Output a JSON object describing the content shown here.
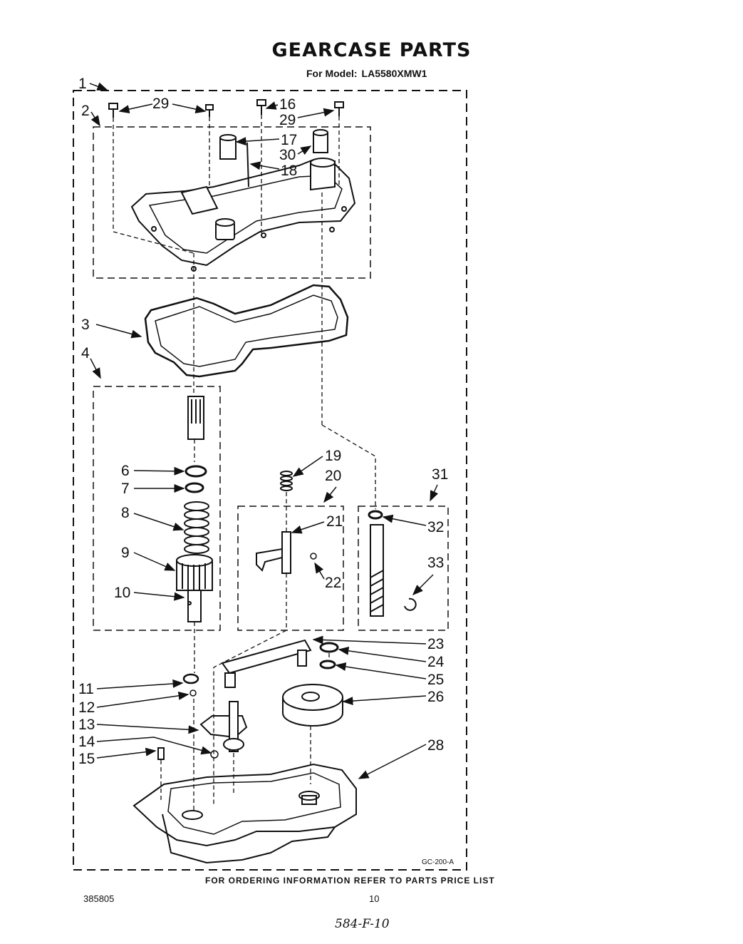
{
  "header": {
    "title": "GEARCASE PARTS",
    "model_prefix": "For Model:",
    "model_number": "LA5580XMW1"
  },
  "callouts": {
    "c1": "1",
    "c2": "2",
    "c3": "3",
    "c4": "4",
    "c6": "6",
    "c7": "7",
    "c8": "8",
    "c9": "9",
    "c10": "10",
    "c11": "11",
    "c12": "12",
    "c13": "13",
    "c14": "14",
    "c15": "15",
    "c16": "16",
    "c17": "17",
    "c18": "18",
    "c19": "19",
    "c20": "20",
    "c21": "21",
    "c22": "22",
    "c23": "23",
    "c24": "24",
    "c25": "25",
    "c26": "26",
    "c28": "28",
    "c29a": "29",
    "c29b": "29",
    "c30": "30",
    "c31": "31",
    "c32": "32",
    "c33": "33"
  },
  "drawing_code": "GC-200-A",
  "footer": {
    "ordering_note": "FOR ORDERING INFORMATION REFER TO PARTS PRICE LIST",
    "document_number": "385805",
    "page_number": "10",
    "handwritten_note": "584-F-10"
  }
}
